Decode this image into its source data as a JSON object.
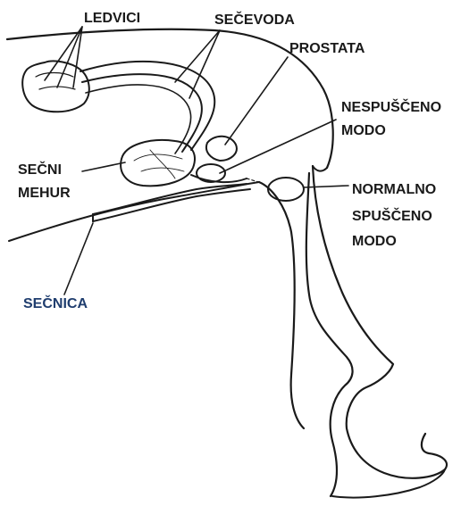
{
  "labels": {
    "ledvici": "LEDVICI",
    "secevoda": "SEČEVODA",
    "prostata": "PROSTATA",
    "nespusceno_line1": "NESPUŠČENO",
    "nespusceno_line2": "MODO",
    "secni_line1": "SEČNI",
    "secni_line2": "MEHUR",
    "normalno_line1": "NORMALNO",
    "normalno_line2": "SPUŠČENO",
    "normalno_line3": "MODO",
    "secnica": "SEČNICA"
  },
  "colors": {
    "outline": "#1a1a1a",
    "secnica_label": "#1f3d6e"
  }
}
